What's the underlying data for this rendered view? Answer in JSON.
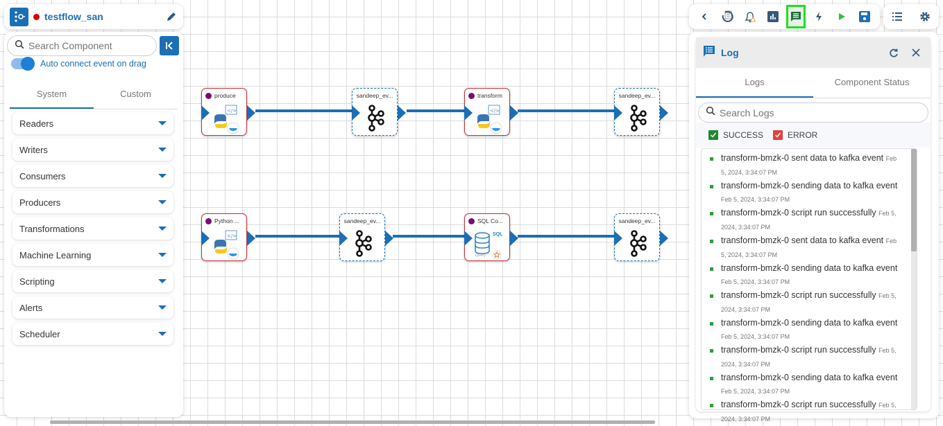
{
  "header": {
    "title": "testflow_san",
    "status_color": "#d40000"
  },
  "left_panel": {
    "search_placeholder": "Search Component",
    "auto_connect_label": "Auto connect event on drag",
    "auto_connect_on": true,
    "tabs": [
      {
        "label": "System",
        "active": true
      },
      {
        "label": "Custom",
        "active": false
      }
    ],
    "categories": [
      {
        "label": "Readers"
      },
      {
        "label": "Writers"
      },
      {
        "label": "Consumers"
      },
      {
        "label": "Producers"
      },
      {
        "label": "Transformations"
      },
      {
        "label": "Machine Learning"
      },
      {
        "label": "Scripting"
      },
      {
        "label": "Alerts"
      },
      {
        "label": "Scheduler"
      }
    ]
  },
  "toolbar": {
    "items": [
      {
        "icon": "back-icon"
      },
      {
        "icon": "history-icon"
      },
      {
        "icon": "alert-bell-icon"
      },
      {
        "icon": "chart-icon"
      },
      {
        "icon": "log-icon",
        "active": true
      },
      {
        "icon": "flash-icon"
      },
      {
        "icon": "play-icon"
      },
      {
        "icon": "save-icon"
      }
    ],
    "right_items": [
      {
        "icon": "list-icon"
      },
      {
        "icon": "settings-icon"
      }
    ]
  },
  "log_panel": {
    "title": "Log",
    "tabs": [
      {
        "label": "Logs",
        "active": true
      },
      {
        "label": "Component Status",
        "active": false
      }
    ],
    "search_placeholder": "Search Logs",
    "filters": [
      {
        "label": "SUCCESS",
        "checked": true,
        "color": "#1e8a2e"
      },
      {
        "label": "ERROR",
        "checked": true,
        "color": "#e04040"
      }
    ],
    "entries": [
      {
        "msg": "transform-bmzk-0 sent data to kafka event",
        "ts": "Feb 5, 2024, 3:34:07 PM"
      },
      {
        "msg": "transform-bmzk-0 sending data to kafka event",
        "ts": "Feb 5, 2024, 3:34:07 PM"
      },
      {
        "msg": "transform-bmzk-0 script run successfully",
        "ts": "Feb 5, 2024, 3:34:07 PM"
      },
      {
        "msg": "transform-bmzk-0 sent data to kafka event",
        "ts": "Feb 5, 2024, 3:34:07 PM"
      },
      {
        "msg": "transform-bmzk-0 sending data to kafka event",
        "ts": "Feb 5, 2024, 3:34:07 PM"
      },
      {
        "msg": "transform-bmzk-0 script run successfully",
        "ts": "Feb 5, 2024, 3:34:07 PM"
      },
      {
        "msg": "transform-bmzk-0 sending data to kafka event",
        "ts": "Feb 5, 2024, 3:34:07 PM"
      },
      {
        "msg": "transform-bmzk-0 script run successfully",
        "ts": "Feb 5, 2024, 3:34:07 PM"
      },
      {
        "msg": "transform-bmzk-0 sending data to kafka event",
        "ts": "Feb 5, 2024, 3:34:07 PM"
      },
      {
        "msg": "transform-bmzk-0 script run successfully",
        "ts": "Feb 5, 2024, 3:34:07 PM"
      }
    ]
  },
  "canvas": {
    "nodes": [
      {
        "label": "produce",
        "type": "python"
      },
      {
        "label": "sandeep_ev...",
        "type": "kafka-event"
      },
      {
        "label": "transform",
        "type": "python"
      },
      {
        "label": "sandeep_ev...",
        "type": "kafka-event"
      },
      {
        "label": "Python ...",
        "type": "python"
      },
      {
        "label": "sandeep_ev...",
        "type": "kafka-event"
      },
      {
        "label": "SQL Co...",
        "type": "sql"
      },
      {
        "label": "sandeep_ev...",
        "type": "kafka-event"
      }
    ],
    "sql_badge": "SQL",
    "sql_sub": "Query"
  }
}
